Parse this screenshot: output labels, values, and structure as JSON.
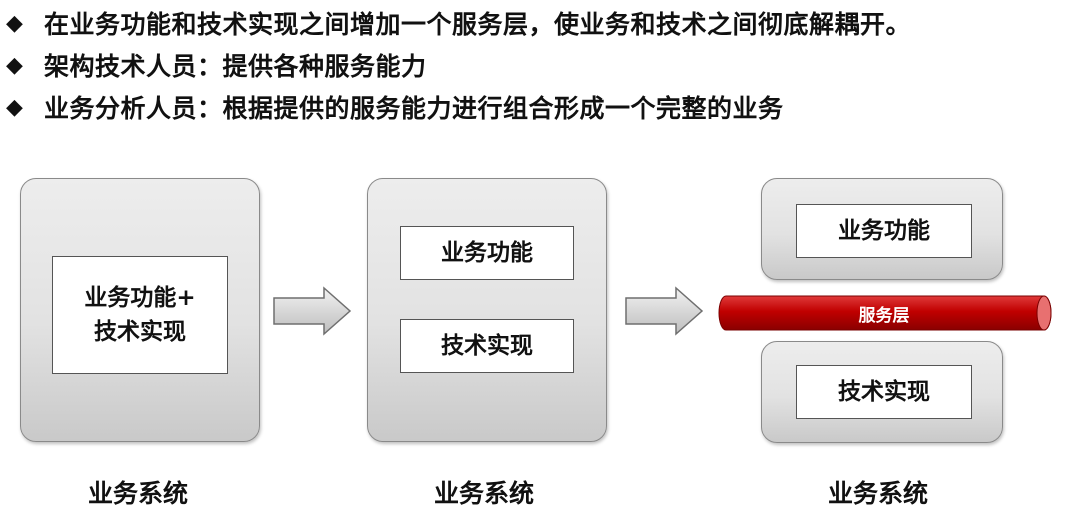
{
  "bullets": [
    {
      "marker": "◆",
      "text": "在业务功能和技术实现之间增加一个服务层，使业务和技术之间彻底解耦开。"
    },
    {
      "marker": "◆",
      "text": "架构技术人员：提供各种服务能力"
    },
    {
      "marker": "◆",
      "text": "业务分析人员：根据提供的服务能力进行组合形成一个完整的业务"
    }
  ],
  "diagram": {
    "stage1": {
      "box_line1": "业务功能+",
      "box_line2": "技术实现",
      "caption": "业务系统"
    },
    "stage2": {
      "top_box": "业务功能",
      "bottom_box": "技术实现",
      "caption": "业务系统"
    },
    "stage3": {
      "top_box": "业务功能",
      "service_layer": "服务层",
      "bottom_box": "技术实现",
      "caption": "业务系统"
    }
  },
  "colors": {
    "service_layer": "#c00000",
    "panel_border": "#8a8a8a"
  }
}
